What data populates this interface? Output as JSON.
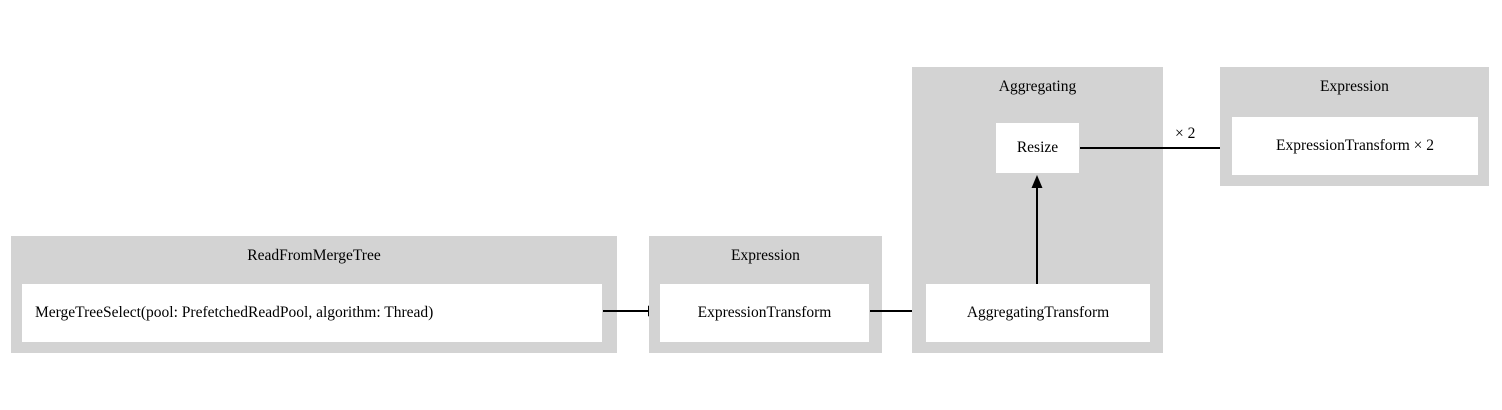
{
  "diagram": {
    "type": "query-pipeline-graph",
    "background_color": "#ffffff",
    "cluster_color": "#d3d3d3",
    "node_color": "#ffffff",
    "edge_color": "#000000",
    "clusters": [
      {
        "id": "read-from-merge-tree",
        "label": "ReadFromMergeTree",
        "node": "MergeTreeSelect(pool: PrefetchedReadPool, algorithm: Thread)"
      },
      {
        "id": "expression-1",
        "label": "Expression",
        "node": "ExpressionTransform"
      },
      {
        "id": "aggregating",
        "label": "Aggregating",
        "node_bottom": "AggregatingTransform",
        "node_top": "Resize"
      },
      {
        "id": "expression-2",
        "label": "Expression",
        "node": "ExpressionTransform × 2"
      }
    ],
    "edges": [
      {
        "id": "e1",
        "from": "MergeTreeSelect(pool: PrefetchedReadPool, algorithm: Thread)",
        "to": "ExpressionTransform",
        "label": ""
      },
      {
        "id": "e2",
        "from": "ExpressionTransform",
        "to": "AggregatingTransform",
        "label": ""
      },
      {
        "id": "e3",
        "from": "AggregatingTransform",
        "to": "Resize",
        "label": ""
      },
      {
        "id": "e4",
        "from": "Resize",
        "to": "ExpressionTransform × 2",
        "label": "× 2"
      }
    ]
  }
}
